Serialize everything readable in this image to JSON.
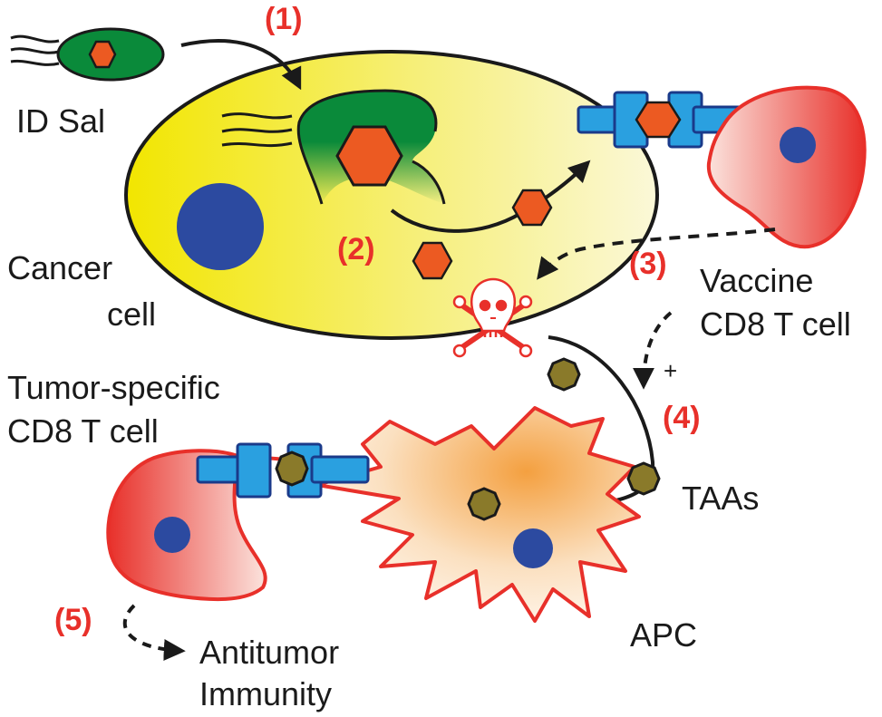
{
  "labels": {
    "id_sal": "ID Sal",
    "cancer_line1": "Cancer",
    "cancer_line2": "cell",
    "vaccine_line1": "Vaccine",
    "vaccine_line2": "CD8 T cell",
    "tumor_line1": "Tumor-specific",
    "tumor_line2": "CD8 T cell",
    "taas": "TAAs",
    "apc": "APC",
    "antitumor_line1": "Antitumor",
    "antitumor_line2": "Immunity",
    "plus": "+"
  },
  "steps": {
    "s1": "(1)",
    "s2": "(2)",
    "s3": "(3)",
    "s4": "(4)",
    "s5": "(5)"
  },
  "colors": {
    "step_red": "#e8302a",
    "cancer_yellow": "#f2e600",
    "bacterium_green": "#0a8a3a",
    "antigen_orange": "#ec5a22",
    "taa_olive": "#8a7a2a",
    "receptor_blue": "#2aa0e0",
    "nucleus_blue": "#2c4aa0",
    "cell_red": "#e8302a"
  }
}
